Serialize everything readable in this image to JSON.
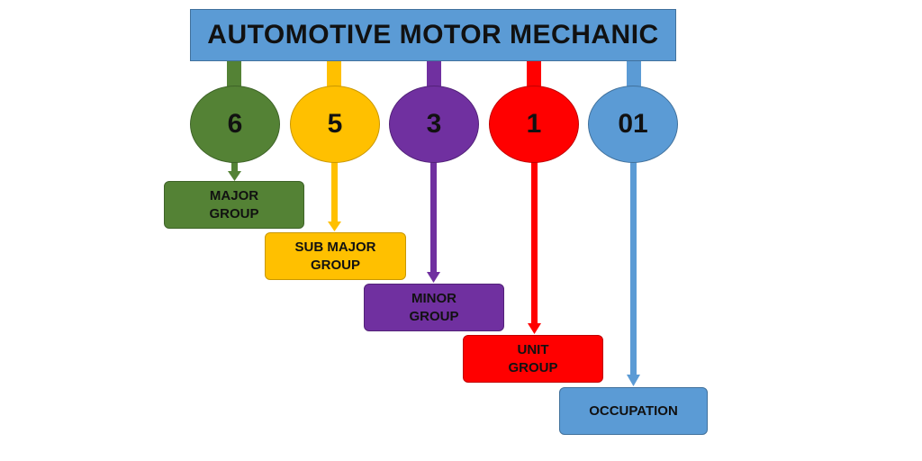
{
  "title": "AUTOMOTIVE MOTOR MECHANIC",
  "levels": [
    {
      "digit": "6",
      "label": "MAJOR\nGROUP",
      "color": "#548235"
    },
    {
      "digit": "5",
      "label": "SUB MAJOR\nGROUP",
      "color": "#ffc000"
    },
    {
      "digit": "3",
      "label": "MINOR\nGROUP",
      "color": "#7030a0"
    },
    {
      "digit": "1",
      "label": "UNIT\nGROUP",
      "color": "#ff0000"
    },
    {
      "digit": "01",
      "label": "OCCUPATION",
      "color": "#5b9bd5"
    }
  ]
}
